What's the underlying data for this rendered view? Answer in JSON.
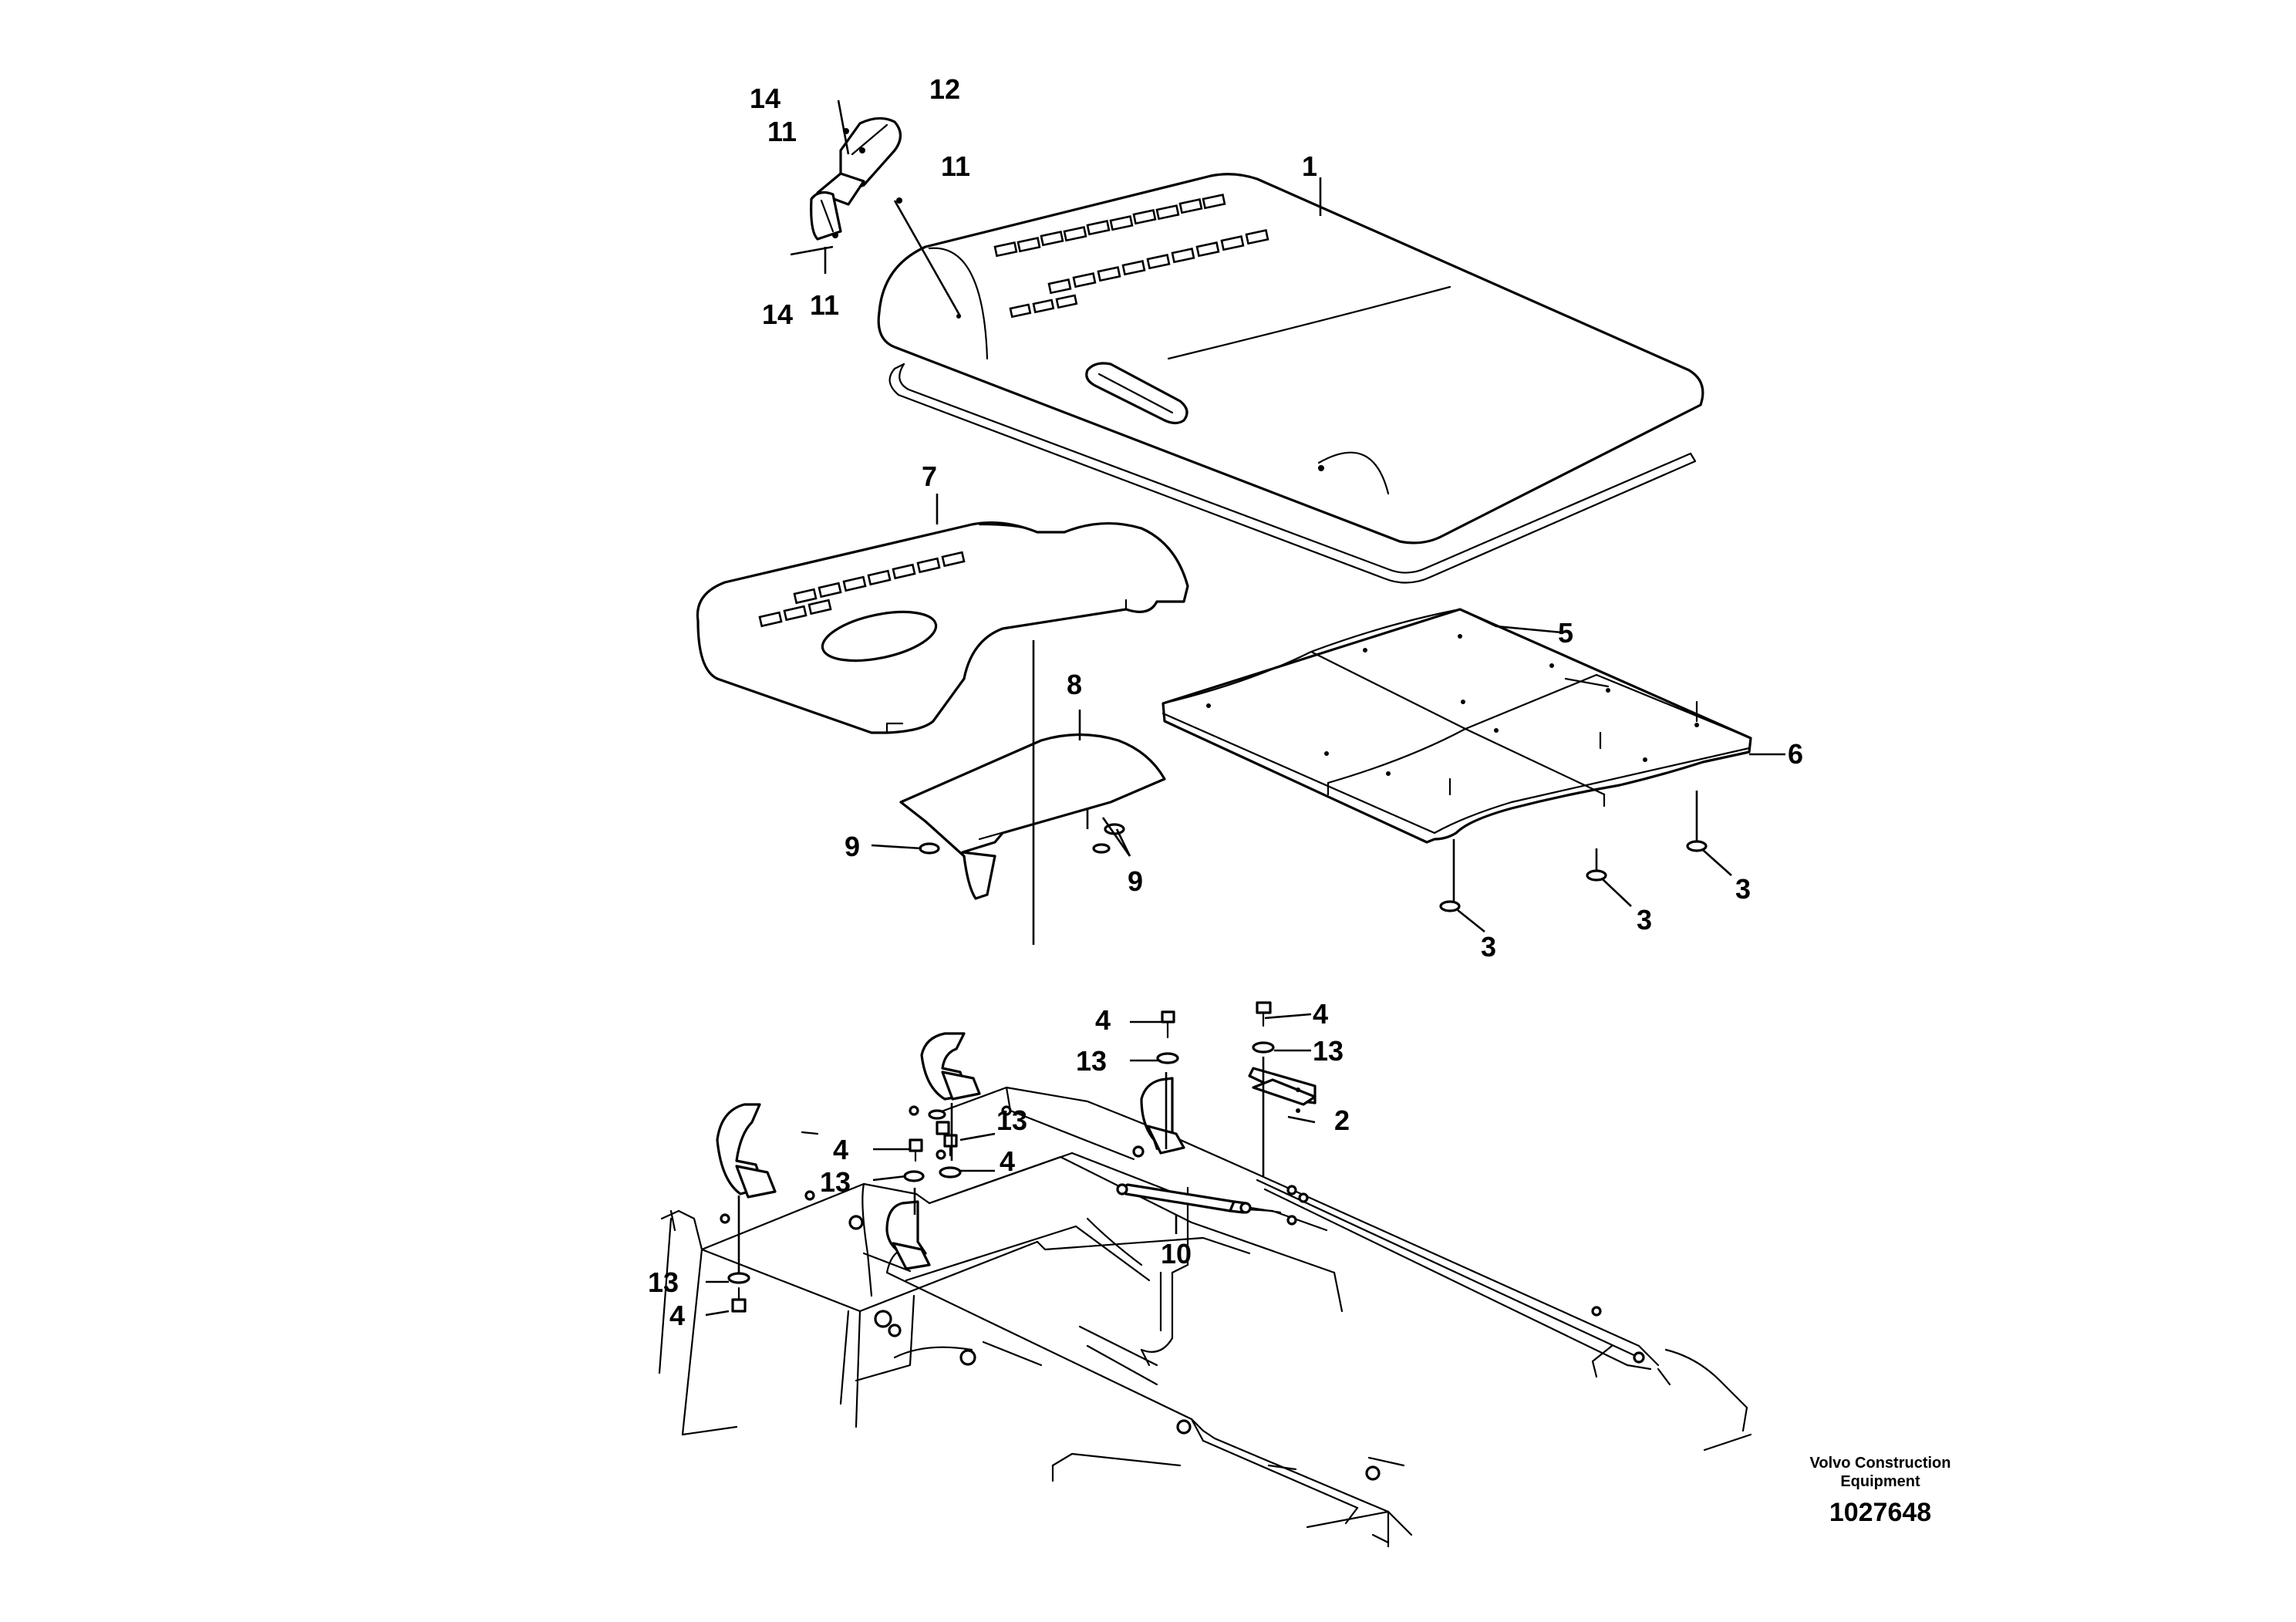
{
  "callouts": {
    "c1": "1",
    "c2": "2",
    "c3": "3",
    "c4": "4",
    "c5": "5",
    "c6": "6",
    "c7": "7",
    "c8": "8",
    "c9": "9",
    "c10": "10",
    "c11": "11",
    "c12": "12",
    "c13": "13",
    "c14": "14"
  },
  "footer": {
    "brand_line1": "Volvo Construction",
    "brand_line2": "Equipment",
    "reference_number": "1027648"
  },
  "colors": {
    "ink": "#000000",
    "paper": "#ffffff"
  }
}
